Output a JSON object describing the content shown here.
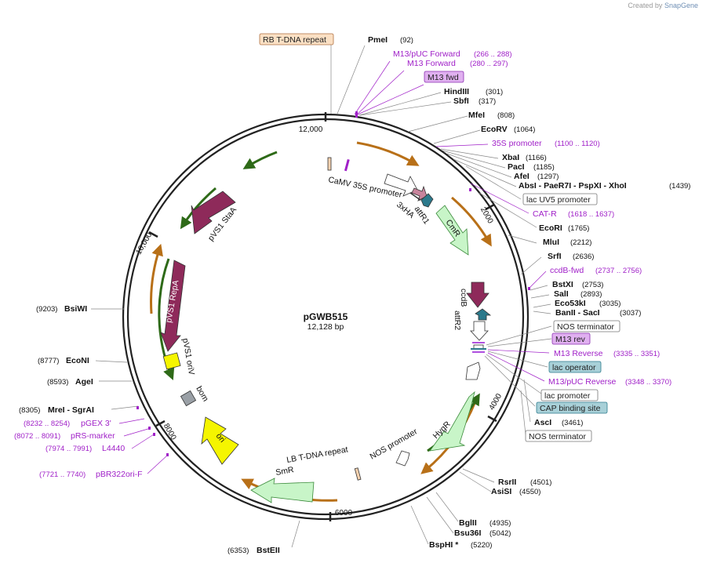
{
  "brand": {
    "prefix": "Created by",
    "name": "SnapGene"
  },
  "plasmid": {
    "name": "pGWB515",
    "size_label": "12,128 bp",
    "total_bp": 12128
  },
  "tick_labels": [
    "2000",
    "4000",
    "6000",
    "8000",
    "10,000",
    "12,000"
  ],
  "features": [
    {
      "label": "CaMV 35S promoter",
      "kind": "promoter"
    },
    {
      "label": "3xHA",
      "kind": "tag"
    },
    {
      "label": "attR1",
      "kind": "site"
    },
    {
      "label": "CmR",
      "kind": "marker"
    },
    {
      "label": "ccdB",
      "kind": "cds"
    },
    {
      "label": "attR2",
      "kind": "site"
    },
    {
      "label": "HygR",
      "kind": "marker"
    },
    {
      "label": "NOS promoter",
      "kind": "promoter"
    },
    {
      "label": "LB T-DNA repeat",
      "kind": "repeat"
    },
    {
      "label": "SmR",
      "kind": "marker"
    },
    {
      "label": "ori",
      "kind": "origin"
    },
    {
      "label": "bom",
      "kind": "misc"
    },
    {
      "label": "pVS1 oriV",
      "kind": "origin"
    },
    {
      "label": "pVS1 RepA",
      "kind": "cds"
    },
    {
      "label": "pVS1 StaA",
      "kind": "cds"
    }
  ],
  "boxed_labels": [
    {
      "text": "RB T-DNA repeat",
      "style": "orange"
    },
    {
      "text": "M13 fwd",
      "style": "purple"
    },
    {
      "text": "lac UV5 promoter",
      "style": "white"
    },
    {
      "text": "NOS terminator",
      "style": "white"
    },
    {
      "text": "M13 rev",
      "style": "purple"
    },
    {
      "text": "lac operator",
      "style": "teal"
    },
    {
      "text": "lac promoter",
      "style": "white"
    },
    {
      "text": "CAP binding site",
      "style": "teal"
    },
    {
      "text": "NOS terminator",
      "style": "white"
    }
  ],
  "right_sites": [
    {
      "name": "PmeI",
      "pos": "(92)",
      "color": "black"
    },
    {
      "name": "M13/pUC Forward",
      "pos": "(266 .. 288)",
      "color": "purple"
    },
    {
      "name": "M13 Forward",
      "pos": "(280 .. 297)",
      "color": "purple"
    },
    {
      "name": "HindIII",
      "pos": "(301)",
      "color": "black"
    },
    {
      "name": "SbfI",
      "pos": "(317)",
      "color": "black"
    },
    {
      "name": "MfeI",
      "pos": "(808)",
      "color": "black"
    },
    {
      "name": "EcoRV",
      "pos": "(1064)",
      "color": "black"
    },
    {
      "name": "35S promoter",
      "pos": "(1100 .. 1120)",
      "color": "purple"
    },
    {
      "name": "XbaI",
      "pos": "(1166)",
      "color": "black"
    },
    {
      "name": "PacI",
      "pos": "(1185)",
      "color": "black"
    },
    {
      "name": "AfeI",
      "pos": "(1297)",
      "color": "black"
    },
    {
      "name": "AbsI - PaeR7I - PspXI - XhoI",
      "pos": "(1439)",
      "color": "black"
    },
    {
      "name": "CAT-R",
      "pos": "(1618 .. 1637)",
      "color": "purple"
    },
    {
      "name": "EcoRI",
      "pos": "(1765)",
      "color": "black"
    },
    {
      "name": "MluI",
      "pos": "(2212)",
      "color": "black"
    },
    {
      "name": "SrfI",
      "pos": "(2636)",
      "color": "black"
    },
    {
      "name": "ccdB-fwd",
      "pos": "(2737 .. 2756)",
      "color": "purple"
    },
    {
      "name": "BstXI",
      "pos": "(2753)",
      "color": "black"
    },
    {
      "name": "SalI",
      "pos": "(2893)",
      "color": "black"
    },
    {
      "name": "Eco53kI",
      "pos": "(3035)",
      "color": "black"
    },
    {
      "name": "BanII - SacI",
      "pos": "(3037)",
      "color": "black"
    },
    {
      "name": "M13 Reverse",
      "pos": "(3335 .. 3351)",
      "color": "purple"
    },
    {
      "name": "M13/pUC Reverse",
      "pos": "(3348 .. 3370)",
      "color": "purple"
    },
    {
      "name": "AscI",
      "pos": "(3461)",
      "color": "black"
    },
    {
      "name": "RsrII",
      "pos": "(4501)",
      "color": "black"
    },
    {
      "name": "AsiSI",
      "pos": "(4550)",
      "color": "black"
    },
    {
      "name": "BglII",
      "pos": "(4935)",
      "color": "black"
    },
    {
      "name": "Bsu36I",
      "pos": "(5042)",
      "color": "black"
    },
    {
      "name": "BspHI *",
      "pos": "(5220)",
      "color": "black"
    }
  ],
  "left_sites": [
    {
      "name": "BstEII",
      "pos": "(6353)",
      "color": "black"
    },
    {
      "name": "pBR322ori-F",
      "pos": "(7721 .. 7740)",
      "color": "purple"
    },
    {
      "name": "L4440",
      "pos": "(7974 .. 7991)",
      "color": "purple"
    },
    {
      "name": "pRS-marker",
      "pos": "(8072 .. 8091)",
      "color": "purple"
    },
    {
      "name": "pGEX 3'",
      "pos": "(8232 .. 8254)",
      "color": "purple"
    },
    {
      "name": "MreI - SgrAI",
      "pos": "(8305)",
      "color": "black"
    },
    {
      "name": "AgeI",
      "pos": "(8593)",
      "color": "black"
    },
    {
      "name": "EcoNI",
      "pos": "(8777)",
      "color": "black"
    },
    {
      "name": "BsiWI",
      "pos": "(9203)",
      "color": "black"
    }
  ],
  "colors": {
    "backbone": "#222222",
    "site_text": "#111111",
    "primer_text": "#a020c8",
    "marker_fill": "#c8f5c8",
    "marker_stroke": "#3a8a3a",
    "cds_fill": "#8e2a5a",
    "origin_fill": "#f5f500",
    "promoter_fill": "#ffffff",
    "tag_fill": "#2c7a8c",
    "attr_fill": "#c8849c",
    "bom_fill": "#9aa0a6",
    "repeat_fill": "#f7d2b0",
    "orf_orange": "#e8a040",
    "orf_green": "#4a8a2a",
    "box_purple": "#e0b0f0",
    "box_orange": "#fbe0c4",
    "box_teal": "#a8d0d8"
  }
}
